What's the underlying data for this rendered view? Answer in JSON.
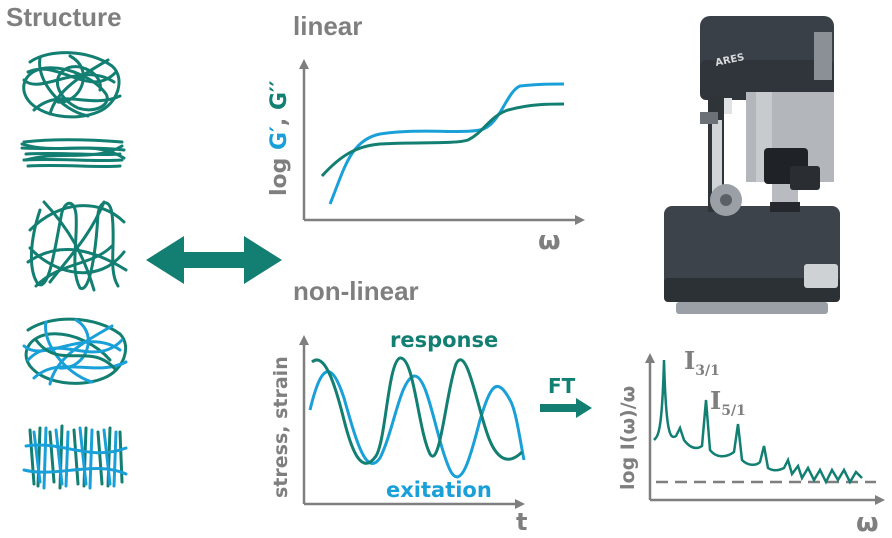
{
  "colors": {
    "teal": "#127f72",
    "blue": "#1aa0d8",
    "axis": "#7f7f7f",
    "title_gray": "#7f7f7f"
  },
  "structure": {
    "title": "Structure",
    "icons": [
      "entangled-teal",
      "aligned-teal",
      "folded-teal",
      "entangled-mixed",
      "vertical-mixed"
    ]
  },
  "linear": {
    "title": "linear",
    "ylabel_prefix": "log ",
    "ylabel_g1": "G′",
    "ylabel_sep": ", ",
    "ylabel_g2": "G′′",
    "xlabel": "ω"
  },
  "nonlinear": {
    "title": "non-linear",
    "ylabel": "stress, strain",
    "xlabel": "t",
    "response_label": "response",
    "excitation_label": "exitation"
  },
  "fourier": {
    "arrow_label": "FT",
    "ylabel": "log I(ω)/ω",
    "xlabel": "ω",
    "peak1_label": "I",
    "peak1_sub": "3/1",
    "peak2_label": "I",
    "peak2_sub": "5/1"
  },
  "instrument": {
    "brand_text": "ARES"
  }
}
